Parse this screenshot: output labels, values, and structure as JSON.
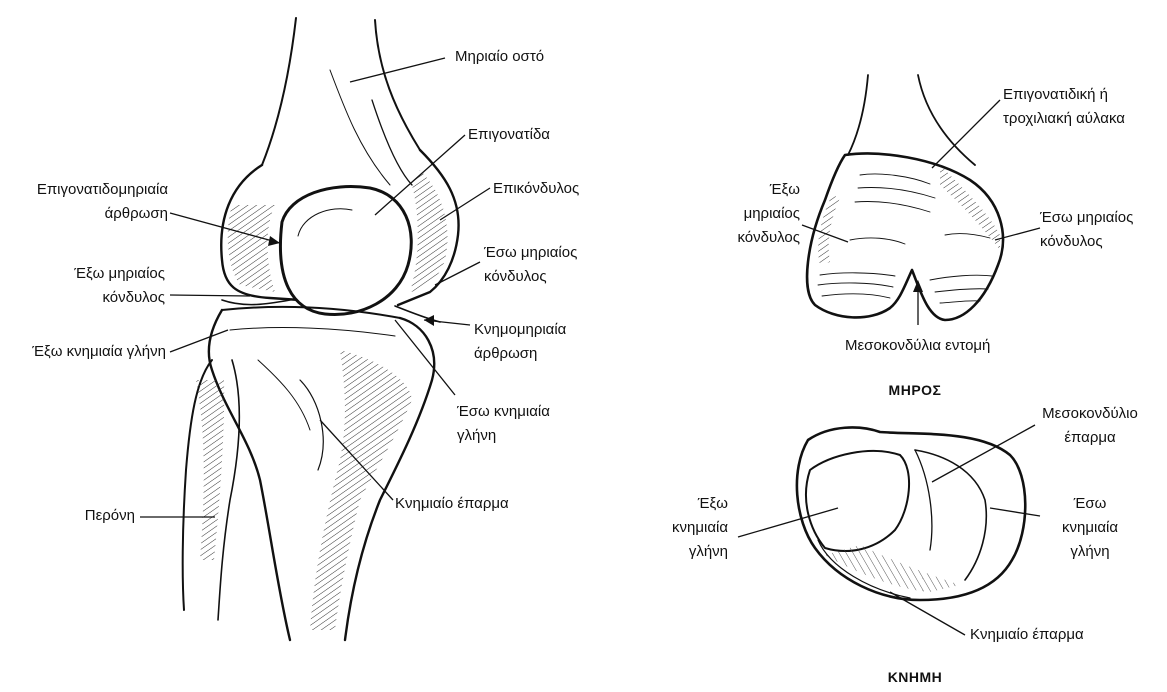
{
  "knee_front": {
    "labels": {
      "femur": "Μηριαίο οστό",
      "patella": "Επιγονατίδα",
      "patellofemoral_joint": [
        "Επιγονατιδομηριαία",
        "άρθρωση"
      ],
      "epicondyle": "Επικόνδυλος",
      "medial_femoral_condyle": [
        "Έσω μηριαίος",
        "κόνδυλος"
      ],
      "lateral_femoral_condyle": [
        "Έξω μηριαίος",
        "κόνδυλος"
      ],
      "tibiofemoral_joint": [
        "Κνημομηριαία",
        "άρθρωση"
      ],
      "lateral_tibial_plateau": "Έξω κνημιαία γλήνη",
      "medial_tibial_plateau": [
        "Έσω κνημιαία",
        "γλήνη"
      ],
      "fibula": "Περόνη",
      "tibial_tuberosity": "Κνημιαίο έπαρμα"
    }
  },
  "femur_view": {
    "title": "ΜΗΡΟΣ",
    "labels": {
      "trochlear_groove": [
        "Επιγονατιδική ή",
        "τροχιλιακή αύλακα"
      ],
      "lateral_condyle": [
        "Έξω",
        "μηριαίος",
        "κόνδυλος"
      ],
      "medial_condyle": [
        "Έσω μηριαίος",
        "κόνδυλος"
      ],
      "intercondylar_notch": "Μεσοκονδύλια εντομή"
    }
  },
  "tibia_view": {
    "title": "ΚΝΗΜΗ",
    "labels": {
      "intercondylar_eminence": [
        "Μεσοκονδύλιο",
        "έπαρμα"
      ],
      "lateral_plateau": [
        "Έξω",
        "κνημιαία",
        "γλήνη"
      ],
      "medial_plateau": [
        "Έσω",
        "κνημιαία",
        "γλήνη"
      ],
      "tibial_tuberosity": "Κνημιαίο έπαρμα"
    }
  }
}
